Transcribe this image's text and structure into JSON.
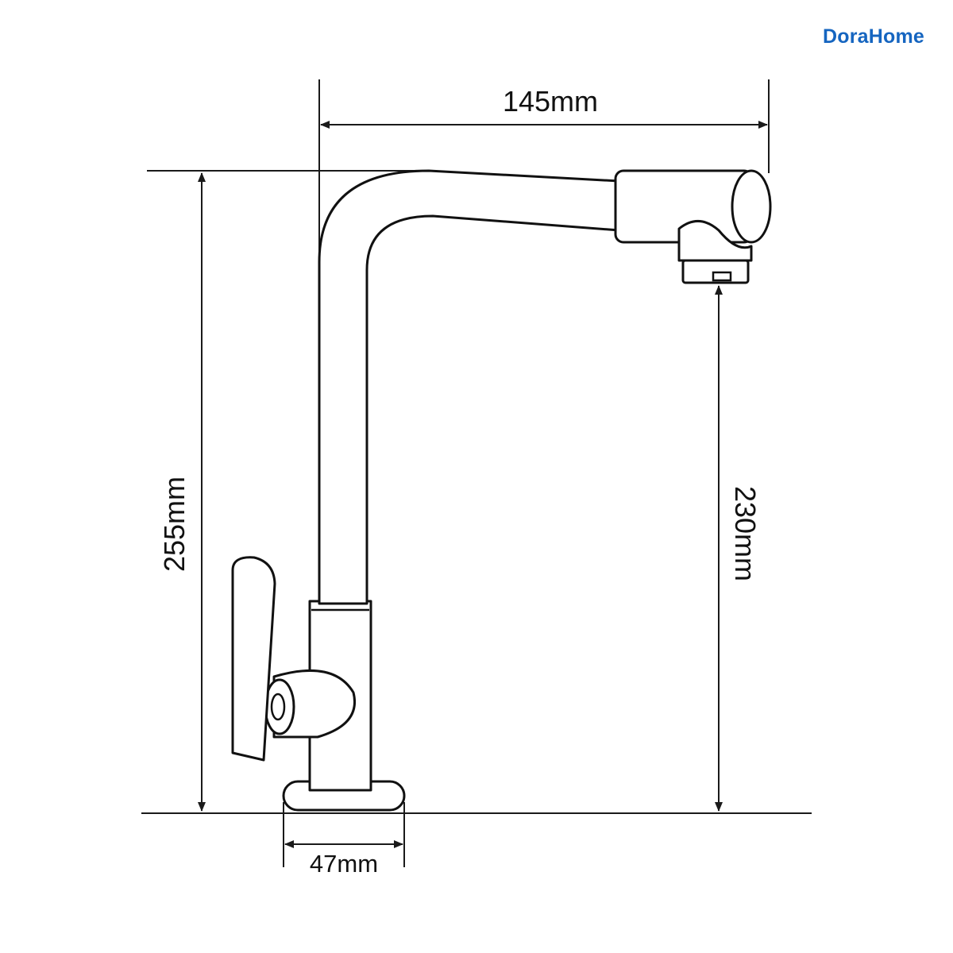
{
  "brand": {
    "name": "DoraHome"
  },
  "dimensions": {
    "width": "145mm",
    "height": "255mm",
    "spout_height": "230mm",
    "base_diameter": "47mm"
  }
}
